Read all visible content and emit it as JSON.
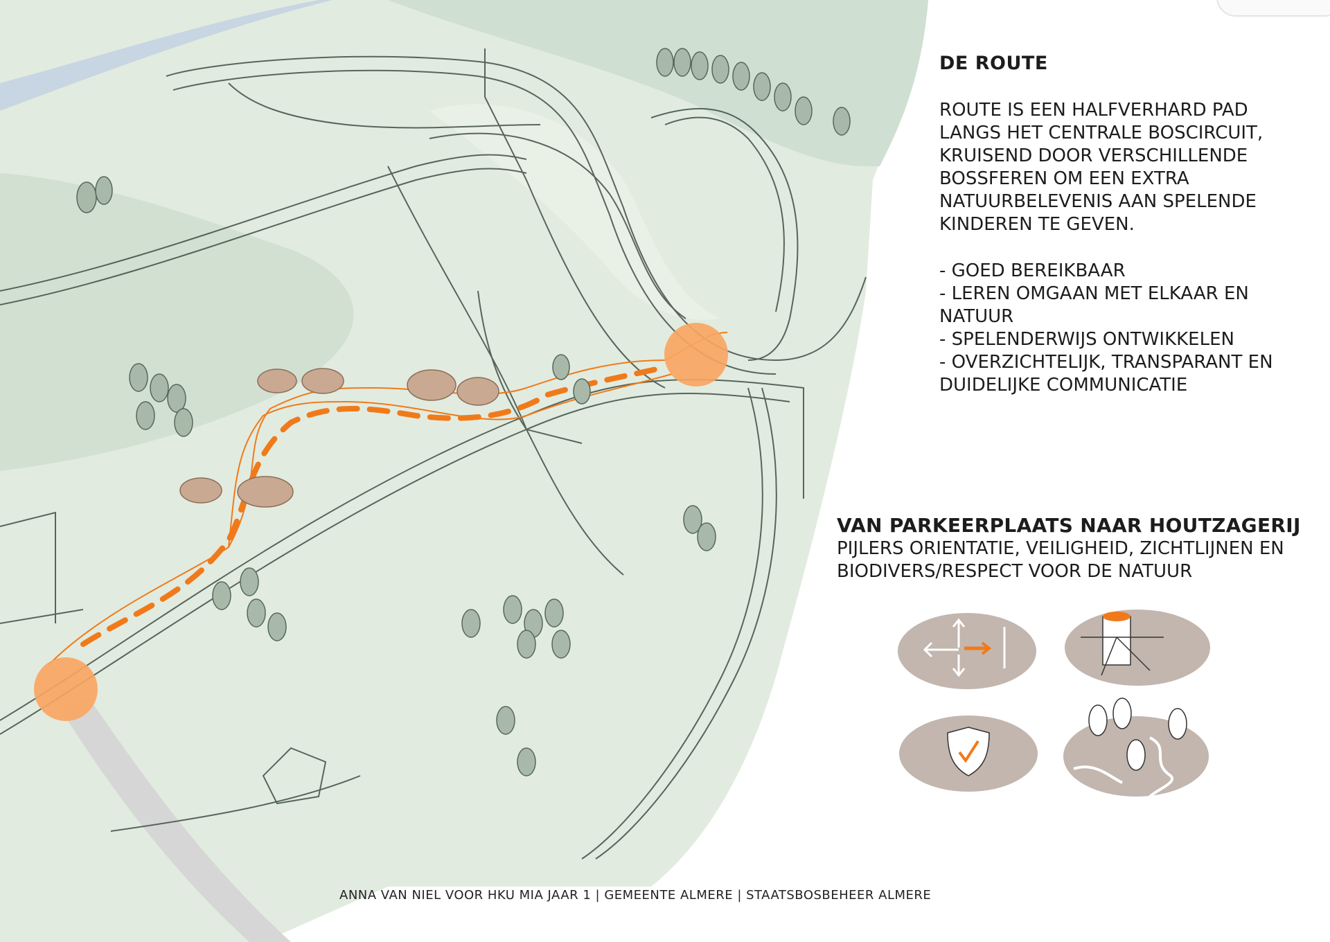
{
  "route": {
    "title": "DE ROUTE",
    "description": "ROUTE IS EEN HALFVERHARD PAD LANGS HET CENTRALE BOSCIRCUIT, KRUISEND DOOR VERSCHILLENDE BOSSFEREN OM EEN EXTRA NATUURBELEVENIS AAN SPELENDE KINDEREN TE GEVEN.",
    "bullets": [
      "- GOED BEREIKBAAR",
      "- LEREN OMGAAN MET ELKAAR EN NATUUR",
      "- SPELENDERWIJS ONTWIKKELEN",
      "- OVERZICHTELIJK, TRANSPARANT EN DUIDELIJKE COMMUNICATIE"
    ]
  },
  "section": {
    "title": "VAN PARKEERPLAATS NAAR HOUTZAGERIJ",
    "subtitle": "PIJLERS ORIENTATIE, VEILIGHEID, ZICHTLIJNEN EN BIODIVERS/RESPECT VOOR DE NATUUR"
  },
  "pillar_icons": [
    "orientation-arrows-icon",
    "sightline-pillar-icon",
    "safety-shield-icon",
    "biodiversity-trees-icon"
  ],
  "footer": "ANNA VAN NIEL VOOR HKU MIA JAAR 1 | GEMEENTE ALMERE | STAATSBOSBEHEER ALMERE",
  "colors": {
    "route_orange": "#f07a1a",
    "marker_orange": "#f9a560",
    "field_green": "#dfe9dc",
    "forest_green": "#cddccd",
    "water_blue": "#c9d6e3",
    "road_grey": "#d8d8d8",
    "pillar_bg": "#c2b6ae",
    "line_dark": "#3a4a42"
  }
}
